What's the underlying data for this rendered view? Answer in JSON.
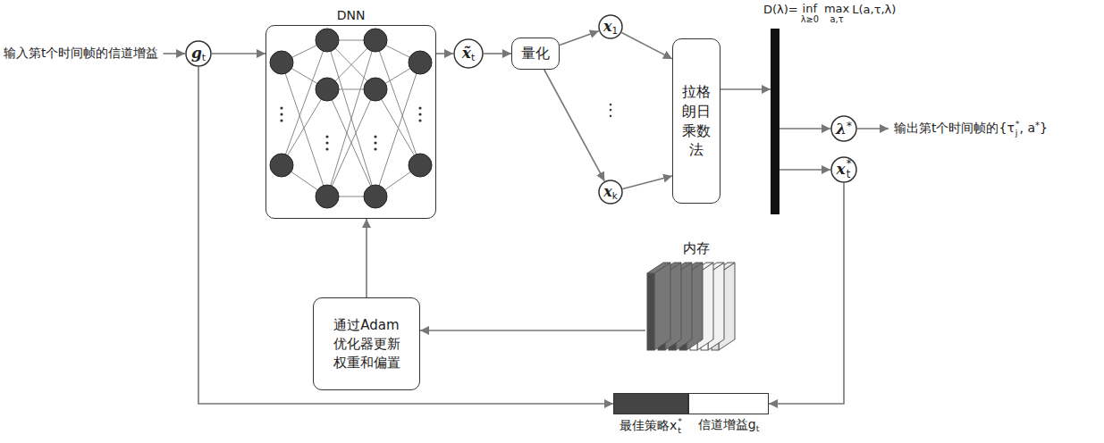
{
  "diagram": {
    "nodes": [
      {
        "text": [
          "g",
          "t"
        ]
      },
      {
        "text": [
          "DNN"
        ]
      },
      {
        "text": [
          "x̃",
          "t"
        ]
      },
      {
        "text": [
          "量化"
        ]
      },
      {
        "text": [
          "x",
          "1"
        ]
      },
      {
        "text": [
          "x",
          "k"
        ]
      },
      {
        "text": [
          "拉格朗日乘数法"
        ]
      },
      {
        "text": [
          "D(λ)=",
          "inf",
          "λ≥0",
          "max",
          "a,τ",
          "L(a,τ,λ)"
        ]
      },
      {
        "text": [
          "λ",
          "*"
        ]
      },
      {
        "text": [
          "x",
          "*",
          "t"
        ]
      },
      {
        "text": [
          "内存"
        ]
      },
      {
        "text": [
          "通过Adam优化器更新权重和偏置"
        ]
      },
      {
        "text": [
          "最佳策略x",
          "*",
          "t"
        ]
      },
      {
        "text": [
          "信道增益g",
          "t"
        ]
      }
    ],
    "edges": [
      {
        "from": 0,
        "to": 1,
        "arrow": "to"
      },
      {
        "from": 1,
        "to": 2,
        "arrow": "to"
      },
      {
        "from": 2,
        "to": 3,
        "arrow": "to"
      },
      {
        "from": 3,
        "to": 4,
        "arrow": "to"
      },
      {
        "from": 3,
        "to": 5,
        "arrow": "to"
      },
      {
        "from": 4,
        "to": 6,
        "arrow": "to"
      },
      {
        "from": 5,
        "to": 6,
        "arrow": "to"
      },
      {
        "from": 6,
        "to": 7,
        "arrow": "to"
      },
      {
        "from": 7,
        "to": 8,
        "arrow": "to"
      },
      {
        "from": 7,
        "to": 9,
        "arrow": "to"
      },
      {
        "from": 9,
        "to": 13,
        "arrow": "to"
      },
      {
        "from": 0,
        "to": 12,
        "arrow": "to"
      },
      {
        "from": 10,
        "to": 11,
        "arrow": "to"
      },
      {
        "from": 11,
        "to": 1,
        "arrow": "to"
      }
    ],
    "labels": [
      "输入第t个时间帧的信道增益",
      "输出第t个时间帧的{τ",
      "*",
      "j",
      ", a",
      "*",
      "}",
      "⋮"
    ]
  }
}
